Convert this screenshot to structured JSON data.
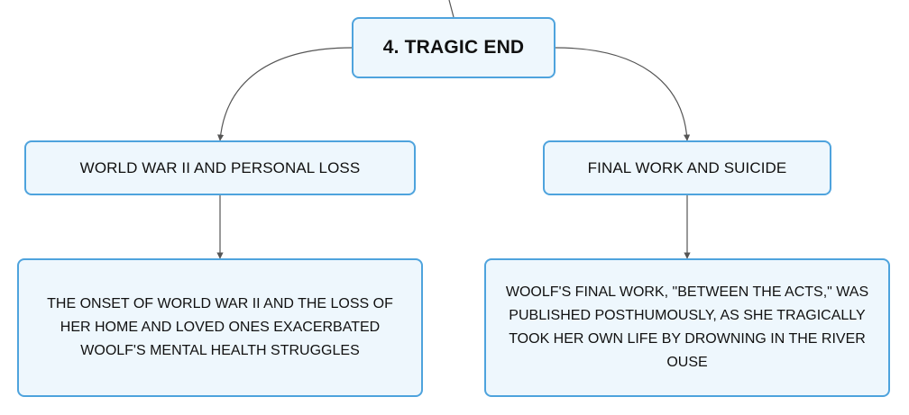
{
  "diagram": {
    "root": {
      "label": "4. TRAGIC END"
    },
    "branches": [
      {
        "label": "WORLD WAR II AND PERSONAL LOSS",
        "detail": "THE ONSET OF WORLD WAR II AND THE LOSS OF HER HOME AND LOVED ONES EXACERBATED WOOLF'S MENTAL HEALTH STRUGGLES"
      },
      {
        "label": "FINAL WORK AND SUICIDE",
        "detail": "WOOLF'S FINAL WORK, \"BETWEEN THE ACTS,\" WAS PUBLISHED POSTHUMOUSLY, AS SHE TRAGICALLY TOOK HER OWN LIFE BY DROWNING IN THE RIVER OUSE"
      }
    ]
  },
  "colors": {
    "node_fill": "#eef7fd",
    "node_border": "#4ea3dd",
    "connector": "#555555",
    "text": "#111111"
  }
}
